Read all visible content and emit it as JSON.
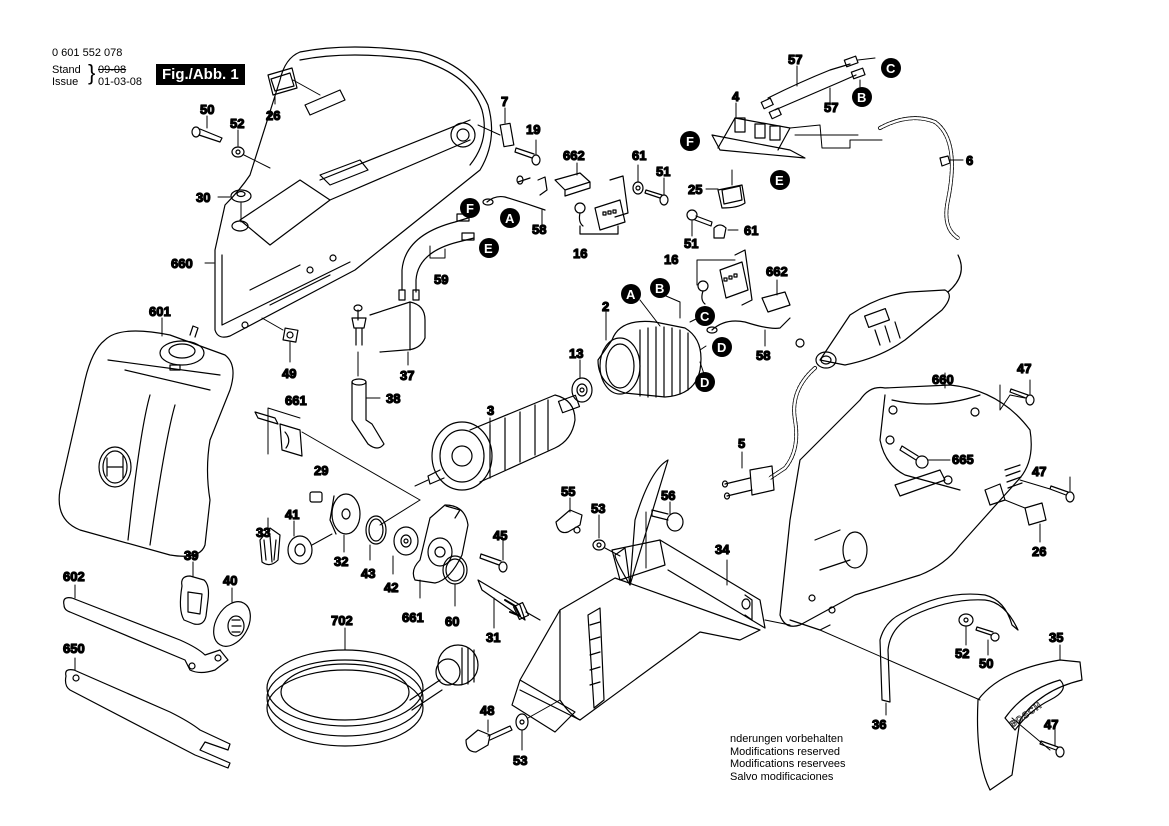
{
  "header": {
    "doc_number": "0 601 552 078",
    "stand_label": "Stand",
    "issue_label": "Issue",
    "stand_date_struck": "09-08",
    "issue_date": "01-03-08",
    "figure_label": "Fig./Abb. 1"
  },
  "notes": [
    "nderungen vorbehalten",
    "Modifications reserved",
    "Modifications reservees",
    "Salvo modificaciones"
  ],
  "parts": [
    {
      "id": "26",
      "name": "cover-cap-top"
    },
    {
      "id": "50",
      "name": "screw"
    },
    {
      "id": "52",
      "name": "washer"
    },
    {
      "id": "30",
      "name": "grommet"
    },
    {
      "id": "660",
      "name": "housing-left"
    },
    {
      "id": "601",
      "name": "water-tank"
    },
    {
      "id": "49",
      "name": "nut"
    },
    {
      "id": "7",
      "name": "clip"
    },
    {
      "id": "19",
      "name": "screw"
    },
    {
      "id": "662",
      "name": "carbon-brush"
    },
    {
      "id": "61",
      "name": "nut"
    },
    {
      "id": "51",
      "name": "screw"
    },
    {
      "id": "58",
      "name": "cable"
    },
    {
      "id": "16",
      "name": "brush-holder"
    },
    {
      "id": "59",
      "name": "cable-set"
    },
    {
      "id": "37",
      "name": "solenoid-valve"
    },
    {
      "id": "38",
      "name": "hose-elbow"
    },
    {
      "id": "57",
      "name": "cable"
    },
    {
      "id": "4",
      "name": "switch"
    },
    {
      "id": "25",
      "name": "switch-button"
    },
    {
      "id": "6",
      "name": "cable-sleeve"
    },
    {
      "id": "2",
      "name": "field-coil"
    },
    {
      "id": "13",
      "name": "ball-bearing"
    },
    {
      "id": "3",
      "name": "armature"
    },
    {
      "id": "661",
      "name": "bearing-flange"
    },
    {
      "id": "29",
      "name": "needle-bearing"
    },
    {
      "id": "41",
      "name": "ball-bearing"
    },
    {
      "id": "33",
      "name": "pinion"
    },
    {
      "id": "32",
      "name": "gear"
    },
    {
      "id": "43",
      "name": "circlip"
    },
    {
      "id": "42",
      "name": "ball-bearing"
    },
    {
      "id": "45",
      "name": "screw"
    },
    {
      "id": "60",
      "name": "o-ring"
    },
    {
      "id": "31",
      "name": "spindle"
    },
    {
      "id": "39",
      "name": "flange"
    },
    {
      "id": "40",
      "name": "clamping-nut"
    },
    {
      "id": "602",
      "name": "pin-wrench"
    },
    {
      "id": "650",
      "name": "open-wrench"
    },
    {
      "id": "702",
      "name": "water-hose"
    },
    {
      "id": "5",
      "name": "power-plug"
    },
    {
      "id": "55",
      "name": "wing-screw"
    },
    {
      "id": "53",
      "name": "washer"
    },
    {
      "id": "56",
      "name": "screw"
    },
    {
      "id": "34",
      "name": "base-plate"
    },
    {
      "id": "48",
      "name": "wing-screw"
    },
    {
      "id": "665",
      "name": "screw"
    },
    {
      "id": "47",
      "name": "screw"
    },
    {
      "id": "36",
      "name": "seal-strip"
    },
    {
      "id": "35",
      "name": "guard-cover"
    }
  ],
  "labels": {
    "l26a": "26",
    "l50a": "50",
    "l52a": "52",
    "l30": "30",
    "l660a": "660",
    "l601": "601",
    "l49": "49",
    "l7": "7",
    "l19": "19",
    "l662a": "662",
    "l61a": "61",
    "l51a": "51",
    "l58a": "58",
    "l16a": "16",
    "l59": "59",
    "l37": "37",
    "l38": "38",
    "l57a": "57",
    "l57b": "57",
    "l4": "4",
    "l25": "25",
    "l6": "6",
    "l51b": "51",
    "l61b": "61",
    "l16b": "16",
    "l662b": "662",
    "l2": "2",
    "l13": "13",
    "l58b": "58",
    "l3": "3",
    "l661a": "661",
    "l29": "29",
    "l41": "41",
    "l33": "33",
    "l32": "32",
    "l43": "43",
    "l42": "42",
    "l45": "45",
    "l661b": "661",
    "l60": "60",
    "l31": "31",
    "l39": "39",
    "l40": "40",
    "l602": "602",
    "l650": "650",
    "l702": "702",
    "l5": "5",
    "l55": "55",
    "l53a": "53",
    "l56": "56",
    "l34": "34",
    "l48": "48",
    "l53b": "53",
    "l660b": "660",
    "l47a": "47",
    "l665": "665",
    "l47b": "47",
    "l26b": "26",
    "l52b": "52",
    "l50b": "50",
    "l36": "36",
    "l35": "35",
    "l47c": "47"
  },
  "connectors": {
    "c1": "C",
    "c2": "B",
    "c3": "F",
    "c4": "E",
    "c5": "F",
    "c6": "A",
    "c7": "E",
    "c8": "A",
    "c9": "B",
    "c10": "C",
    "c11": "D",
    "c12": "D"
  },
  "colors": {
    "ink": "#000000",
    "paper": "#ffffff",
    "fig_badge": "#000000"
  }
}
